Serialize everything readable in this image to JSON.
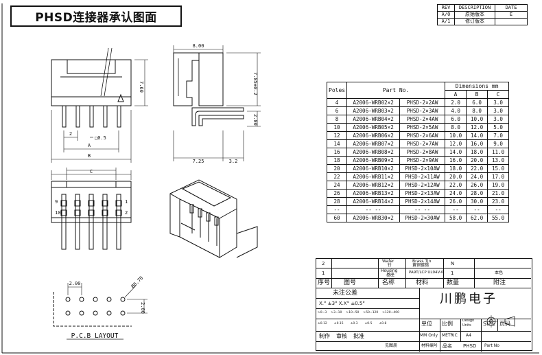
{
  "title": "PHSD连接器承认图面",
  "revision_table": {
    "headers": [
      "REV",
      "DESCRIPTION",
      "DATE"
    ],
    "rows": [
      [
        "A/0",
        "原始版本",
        "E"
      ],
      [
        "A/1",
        "修订版本",
        ""
      ]
    ]
  },
  "dimension_table": {
    "col_poles": "Poles",
    "col_part": "Part No.",
    "col_dims": "Dimensions mm",
    "col_a": "A",
    "col_b": "B",
    "col_c": "C",
    "rows": [
      [
        "4",
        "A2006-WRB02×2",
        "PHSD-2×2AW",
        "2.0",
        "6.0",
        "3.0"
      ],
      [
        "6",
        "A2006-WRB03×2",
        "PHSD-2×3AW",
        "4.0",
        "8.0",
        "3.0"
      ],
      [
        "8",
        "A2006-WRB04×2",
        "PHSD-2×4AW",
        "6.0",
        "10.0",
        "3.0"
      ],
      [
        "10",
        "A2006-WRB05×2",
        "PHSD-2×5AW",
        "8.0",
        "12.0",
        "5.0"
      ],
      [
        "12",
        "A2006-WRB06×2",
        "PHSD-2×6AW",
        "10.0",
        "14.0",
        "7.0"
      ],
      [
        "14",
        "A2006-WRB07×2",
        "PHSD-2×7AW",
        "12.0",
        "16.0",
        "9.0"
      ],
      [
        "16",
        "A2006-WRB08×2",
        "PHSD-2×8AW",
        "14.0",
        "18.0",
        "11.0"
      ],
      [
        "18",
        "A2006-WRB09×2",
        "PHSD-2×9AW",
        "16.0",
        "20.0",
        "13.0"
      ],
      [
        "20",
        "A2006-WRB10×2",
        "PHSD-2×10AW",
        "18.0",
        "22.0",
        "15.0"
      ],
      [
        "22",
        "A2006-WRB11×2",
        "PHSD-2×11AW",
        "20.0",
        "24.0",
        "17.0"
      ],
      [
        "24",
        "A2006-WRB12×2",
        "PHSD-2×12AW",
        "22.0",
        "26.0",
        "19.0"
      ],
      [
        "26",
        "A2006-WRB13×2",
        "PHSD-2×13AW",
        "24.0",
        "28.0",
        "21.0"
      ],
      [
        "28",
        "A2006-WRB14×2",
        "PHSD-2×14AW",
        "26.0",
        "30.0",
        "23.0"
      ],
      [
        "--",
        "-- --",
        "-- --",
        "--",
        "--",
        "--"
      ],
      [
        "60",
        "A2006-WRB30×2",
        "PHSD-2×30AW",
        "58.0",
        "62.0",
        "55.0"
      ]
    ]
  },
  "drawing_labels": {
    "width_800": "8.00",
    "height_760": "7.60",
    "height_785": "7.85±0.2",
    "dim_200_side": "2.00",
    "dim_725": "7.25",
    "dim_32": "3.2",
    "dim_2": "2",
    "dim_05": "□0.5",
    "label_a": "A",
    "label_b": "B",
    "label_c": "C",
    "pin_9": "9",
    "pin_10": "10",
    "pin_1": "1",
    "pin_2": "2",
    "pcb_200_h": "2.00",
    "pcb_200_v": "2.00",
    "pcb_hole": "Ø0.70",
    "pcb_layout": "P.C.B LAYOUT"
  },
  "title_block": {
    "row1_no": "2",
    "row1_name_top": "Wafer",
    "row1_name_bot": "针",
    "row1_mat_top": "Brass Tin",
    "row1_mat_bot": "黄铜镀锡",
    "row1_qty": "N",
    "row2_no": "1",
    "row2_name_top": "Housing",
    "row2_name_bot": "基座",
    "row2_mat": "PA9T/LCP UL94V-0",
    "row2_qty": "1",
    "row2_note": "本色",
    "hdr_no": "序号",
    "hdr_drawing": "图号",
    "hdr_name": "名称",
    "hdr_material": "材料",
    "hdr_qty": "数量",
    "hdr_note": "附注",
    "tol_title": "未注公差",
    "tol_line": "X.° ±3° X.X° ±0.5°",
    "tol_r1": [
      ">0~3",
      ">3~10",
      ">10~50",
      ">50~120",
      ">120~400"
    ],
    "tol_r2": [
      "±0.12",
      "±0.15",
      "±0.3",
      "±0.5",
      "±0.8"
    ],
    "company": "川鹏电子",
    "unit_label": "单位",
    "unit_value": "MM Only",
    "scale_label": "比例",
    "design_top": "Design",
    "design_bot": "Units",
    "design_value": "METRIC",
    "size_label": "SIZE",
    "size_value": "A4",
    "page_label": "页码",
    "part_no_label": "Part No",
    "make": "制作",
    "review": "审核",
    "approve": "批准",
    "material_no": "材料编号",
    "see_drawing": "见图册",
    "product_name": "品名",
    "product_value": "PHSD"
  }
}
